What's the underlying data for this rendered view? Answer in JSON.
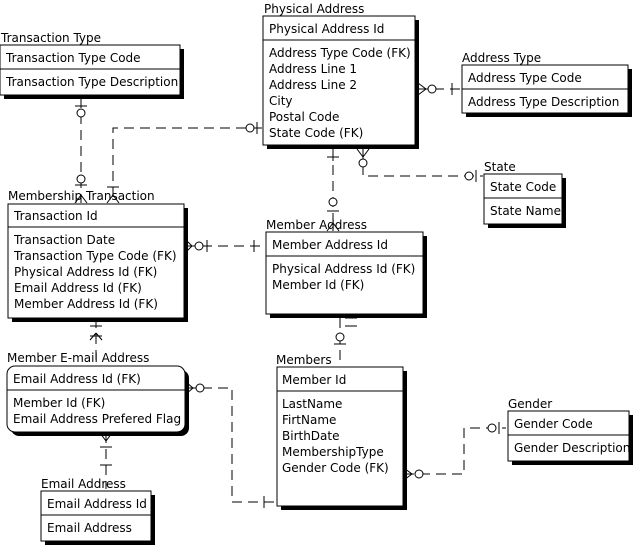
{
  "entities": {
    "transaction_type": {
      "title": "Transaction Type",
      "keys": [
        "Transaction Type Code"
      ],
      "attributes": [
        "Transaction Type Description"
      ]
    },
    "physical_address": {
      "title": "Physical Address",
      "keys": [
        "Physical Address Id"
      ],
      "attributes": [
        "Address Type Code (FK)",
        "Address Line 1",
        "Address Line 2",
        "City",
        "Postal Code",
        "State Code (FK)"
      ]
    },
    "address_type": {
      "title": "Address Type",
      "keys": [
        "Address Type Code"
      ],
      "attributes": [
        "Address Type Description"
      ]
    },
    "state": {
      "title": "State",
      "keys": [
        "State Code"
      ],
      "attributes": [
        "State Name"
      ]
    },
    "membership_transaction": {
      "title": "Membership Transaction",
      "keys": [
        "Transaction Id"
      ],
      "attributes": [
        "Transaction Date",
        "Transaction Type Code (FK)",
        "Physical Address Id (FK)",
        "Email Address Id (FK)",
        "Member Address Id (FK)"
      ]
    },
    "member_address": {
      "title": "Member Address",
      "keys": [
        "Member Address Id"
      ],
      "attributes": [
        "Physical Address Id (FK)",
        "Member Id (FK)"
      ]
    },
    "member_email_address": {
      "title": "Member E-mail Address",
      "keys": [
        "Email Address Id (FK)"
      ],
      "attributes": [
        "Member Id (FK)",
        "Email Address Prefered Flag"
      ]
    },
    "members": {
      "title": "Members",
      "keys": [
        "Member Id"
      ],
      "attributes": [
        "LastName",
        "FirtName",
        "BirthDate",
        "MembershipType",
        "Gender Code (FK)"
      ]
    },
    "gender": {
      "title": "Gender",
      "keys": [
        "Gender Code"
      ],
      "attributes": [
        "Gender Description"
      ]
    },
    "email_address": {
      "title": "Email Address",
      "keys": [
        "Email Address Id"
      ],
      "attributes": [
        "Email Address"
      ]
    }
  }
}
